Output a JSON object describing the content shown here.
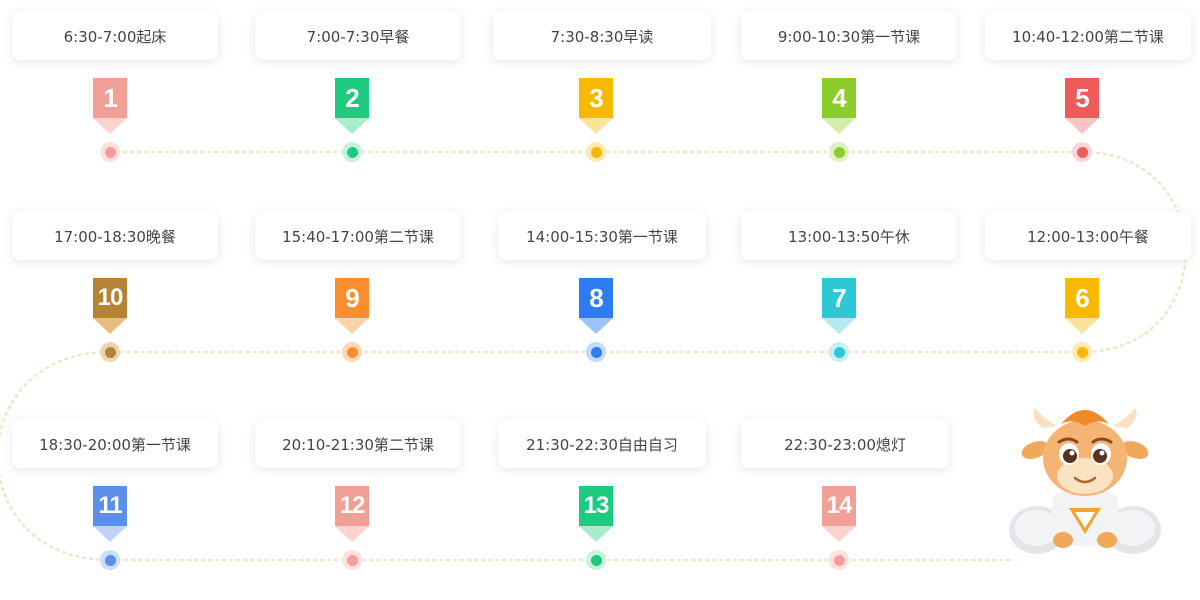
{
  "schedule": [
    {
      "num": "1",
      "label": "6:30-7:00起床",
      "color": "#f0a096",
      "light": "#fcd2cc",
      "dot": "#f59c9c",
      "dotLight": "#fde0e0"
    },
    {
      "num": "2",
      "label": "7:00-7:30早餐",
      "color": "#1ccb7e",
      "light": "#a8ecc9",
      "dot": "#1ccb7e",
      "dotLight": "#c8f2dd"
    },
    {
      "num": "3",
      "label": "7:30-8:30早读",
      "color": "#f7b800",
      "light": "#fce39a",
      "dot": "#f7b800",
      "dotLight": "#fde9b3"
    },
    {
      "num": "4",
      "label": "9:00-10:30第一节课",
      "color": "#8ccc2c",
      "light": "#d5eda8",
      "dot": "#8ccc2c",
      "dotLight": "#dff1c4"
    },
    {
      "num": "5",
      "label": "10:40-12:00第二节课",
      "color": "#ef5a5a",
      "light": "#f9c4c8",
      "dot": "#ef5a5a",
      "dotLight": "#fcd6d6"
    },
    {
      "num": "6",
      "label": "12:00-13:00午餐",
      "color": "#f7b800",
      "light": "#fce39a",
      "dot": "#f7b800",
      "dotLight": "#fde9b3"
    },
    {
      "num": "7",
      "label": "13:00-13:50午休",
      "color": "#2ec8d4",
      "light": "#b3eaef",
      "dot": "#2ec8d4",
      "dotLight": "#c6eff3"
    },
    {
      "num": "8",
      "label": "14:00-15:30第一节课",
      "color": "#2f7cf2",
      "light": "#9cc2f6",
      "dot": "#2f7cf2",
      "dotLight": "#c4dafa"
    },
    {
      "num": "9",
      "label": "15:40-17:00第二节课",
      "color": "#fb8d2c",
      "light": "#fcd3a9",
      "dot": "#fb8d2c",
      "dotLight": "#fdd9b8"
    },
    {
      "num": "10",
      "label": "17:00-18:30晚餐",
      "color": "#b68236",
      "light": "#e6bf7e",
      "dot": "#b68236",
      "dotLight": "#ecd6b0"
    },
    {
      "num": "11",
      "label": "18:30-20:00第一节课",
      "color": "#5b8fe8",
      "light": "#bed3f5",
      "dot": "#5b8fe8",
      "dotLight": "#cfdcf7"
    },
    {
      "num": "12",
      "label": "20:10-21:30第二节课",
      "color": "#f0a096",
      "light": "#fcd2cc",
      "dot": "#f59c9c",
      "dotLight": "#fde0e0"
    },
    {
      "num": "13",
      "label": "21:30-22:30自由自习",
      "color": "#1ccb7e",
      "light": "#a8ecc9",
      "dot": "#1ccb7e",
      "dotLight": "#c8f2dd"
    },
    {
      "num": "14",
      "label": "22:30-23:00熄灯",
      "color": "#f0a096",
      "light": "#fcd2cc",
      "dot": "#f59c9c",
      "dotLight": "#fde0e0"
    }
  ],
  "colors": {
    "track": "#efe6c8",
    "card_text": "#444444"
  },
  "mascot": {
    "icon": "calf-mascot-icon"
  }
}
